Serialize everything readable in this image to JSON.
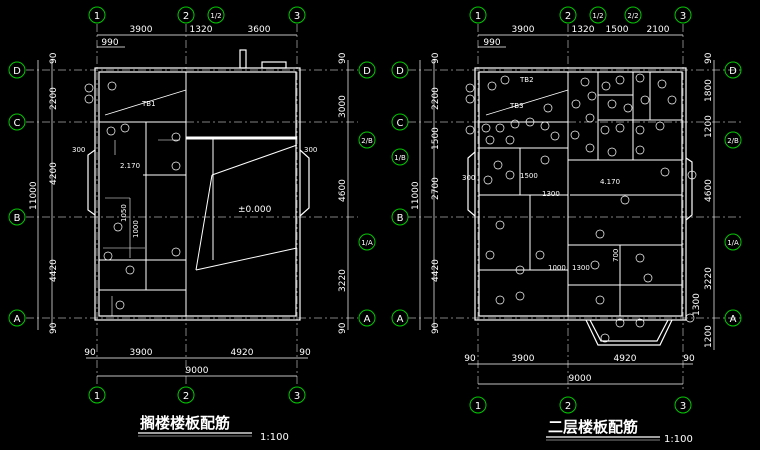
{
  "left_plan": {
    "title": "搁楼楼板配筋",
    "scale": "1:100",
    "top_axes": [
      "1",
      "2",
      "1/2",
      "3"
    ],
    "bottom_axes": [
      "1",
      "2",
      "3"
    ],
    "left_axes": [
      "D",
      "C",
      "B",
      "A"
    ],
    "right_axes": [
      "D",
      "2/B",
      "1/A",
      "A"
    ],
    "top_dims": [
      "3900",
      "1320",
      "3600"
    ],
    "top_dim_small": "990",
    "bottom_dims": [
      "90",
      "3900",
      "4920",
      "90"
    ],
    "bottom_total": "9000",
    "left_dims": [
      "90",
      "2200",
      "4200",
      "4420",
      "90"
    ],
    "left_total": "11000",
    "right_dims": [
      "90",
      "3000",
      "4600",
      "3220",
      "90"
    ],
    "labels": {
      "tb1": "TB1",
      "elev": "±0.000",
      "d2170": "2.170",
      "d300a": "300",
      "d300b": "300",
      "d1050": "1050",
      "d1000": "1000"
    }
  },
  "right_plan": {
    "title": "二层楼板配筋",
    "scale": "1:100",
    "top_axes": [
      "1",
      "2",
      "1/2",
      "2/2",
      "3"
    ],
    "bottom_axes": [
      "1",
      "2",
      "3"
    ],
    "left_axes": [
      "D",
      "C",
      "1/B",
      "B",
      "A"
    ],
    "right_axes": [
      "D",
      "2/B",
      "1/A",
      "A"
    ],
    "top_dims": [
      "3900",
      "1320",
      "1500",
      "2100"
    ],
    "top_dim_small": "990",
    "bottom_dims": [
      "90",
      "3900",
      "4920",
      "90"
    ],
    "bottom_total": "9000",
    "left_dims": [
      "90",
      "2200",
      "1500",
      "2700",
      "4420",
      "90"
    ],
    "left_total": "11000",
    "right_dims": [
      "90",
      "1800",
      "1200",
      "4600",
      "3220",
      "1300",
      "1200"
    ],
    "labels": {
      "tb2": "TB2",
      "tb3": "TB3",
      "d4170": "4.170",
      "d1500": "1500",
      "d1300a": "1300",
      "d1300b": "1300",
      "d1000": "1000",
      "d700": "700",
      "d300": "300"
    }
  },
  "colors": {
    "axis_circle": "#00c800",
    "wall": "#ffffff",
    "dim_line": "#ffffff",
    "title_underline": "#ffffff"
  }
}
